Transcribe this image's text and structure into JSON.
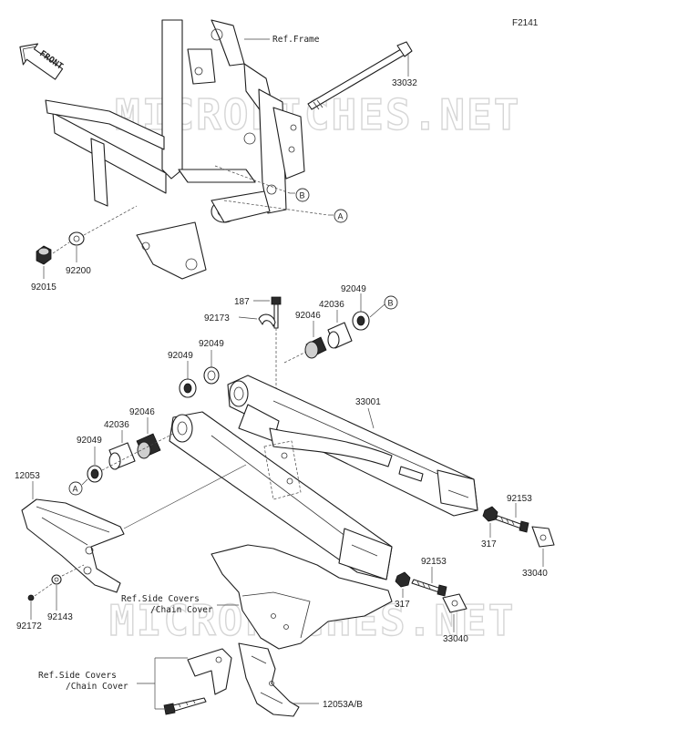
{
  "figure_code": "F2141",
  "front_arrow": "FRONT",
  "watermark": "MICROFICHES.NET",
  "callouts": {
    "a": "A",
    "b": "B"
  },
  "parts": {
    "p33032": "33032",
    "p92015": "92015",
    "p92200": "92200",
    "p187": "187",
    "p92173": "92173",
    "p42036_top": "42036",
    "p92049_top_right": "92049",
    "p92046_top": "92046",
    "p92049_mid_a": "92049",
    "p92049_mid_b": "92049",
    "p33001": "33001",
    "p92046_left": "92046",
    "p42036_left": "42036",
    "p92049_left": "92049",
    "p12053": "12053",
    "p92153_right": "92153",
    "p317_right": "317",
    "p33040_right": "33040",
    "p92153_mid": "92153",
    "p317_mid": "317",
    "p33040_mid": "33040",
    "p92143": "92143",
    "p92172": "92172",
    "p12053ab": "12053A/B"
  },
  "refs": {
    "frame": "Ref.Frame",
    "side_covers_1_line1": "Ref.Side Covers",
    "side_covers_1_line2": "/Chain Cover",
    "side_covers_2_line1": "Ref.Side Covers",
    "side_covers_2_line2": "/Chain Cover"
  }
}
